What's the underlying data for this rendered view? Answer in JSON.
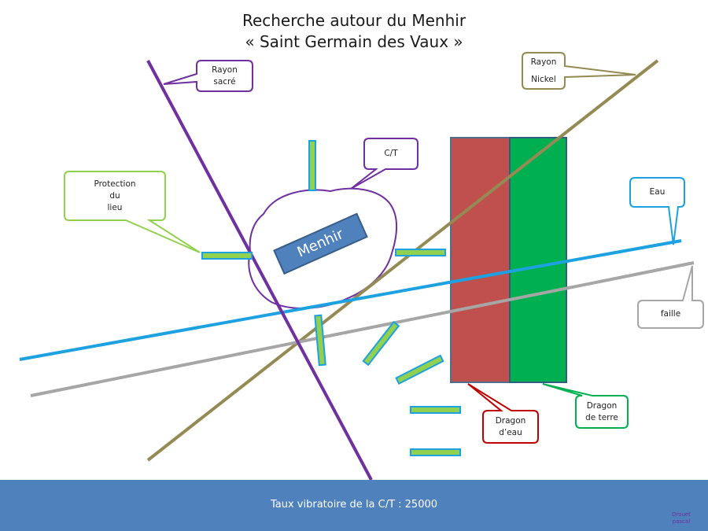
{
  "title": {
    "line1": "Recherche autour du Menhir",
    "line2": "« Saint Germain des Vaux »"
  },
  "menhir": {
    "label": "Menhir",
    "fill": "#4f81bd",
    "stroke": "#385d8a"
  },
  "callouts": {
    "rayon_sacre": {
      "lines": [
        "Rayon",
        "sacré"
      ],
      "border": "#7030a0"
    },
    "rayon_nickel": {
      "lines": [
        "Rayon",
        "Nickel"
      ],
      "border": "#948a54"
    },
    "ct": {
      "lines": [
        "C/T"
      ],
      "border": "#7030a0"
    },
    "protection": {
      "lines": [
        "Protection",
        "du",
        "lieu"
      ],
      "border": "#92d050"
    },
    "eau": {
      "lines": [
        "Eau"
      ],
      "border": "#1da1e0"
    },
    "faille": {
      "lines": [
        "faille"
      ],
      "border": "#a6a6a6"
    },
    "dragon_eau": {
      "lines": [
        "Dragon",
        "d’eau"
      ],
      "border": "#c00000"
    },
    "dragon_terre": {
      "lines": [
        "Dragon",
        "de terre"
      ],
      "border": "#00b050"
    }
  },
  "colors": {
    "rayon_sacre": "#7030a0",
    "rayon_nickel": "#948a54",
    "eau": "#1da1e0",
    "faille": "#a6a6a6",
    "dragon_eau_zone": "#c0504d",
    "dragon_terre_zone": "#00b050",
    "marker_fill": "#92d050",
    "marker_border": "#1da1e0"
  },
  "footer": {
    "text": "Taux vibratoire de la C/T :  25000",
    "author_line1": "Drouet",
    "author_line2": "pascal",
    "background": "#4f81bd"
  }
}
